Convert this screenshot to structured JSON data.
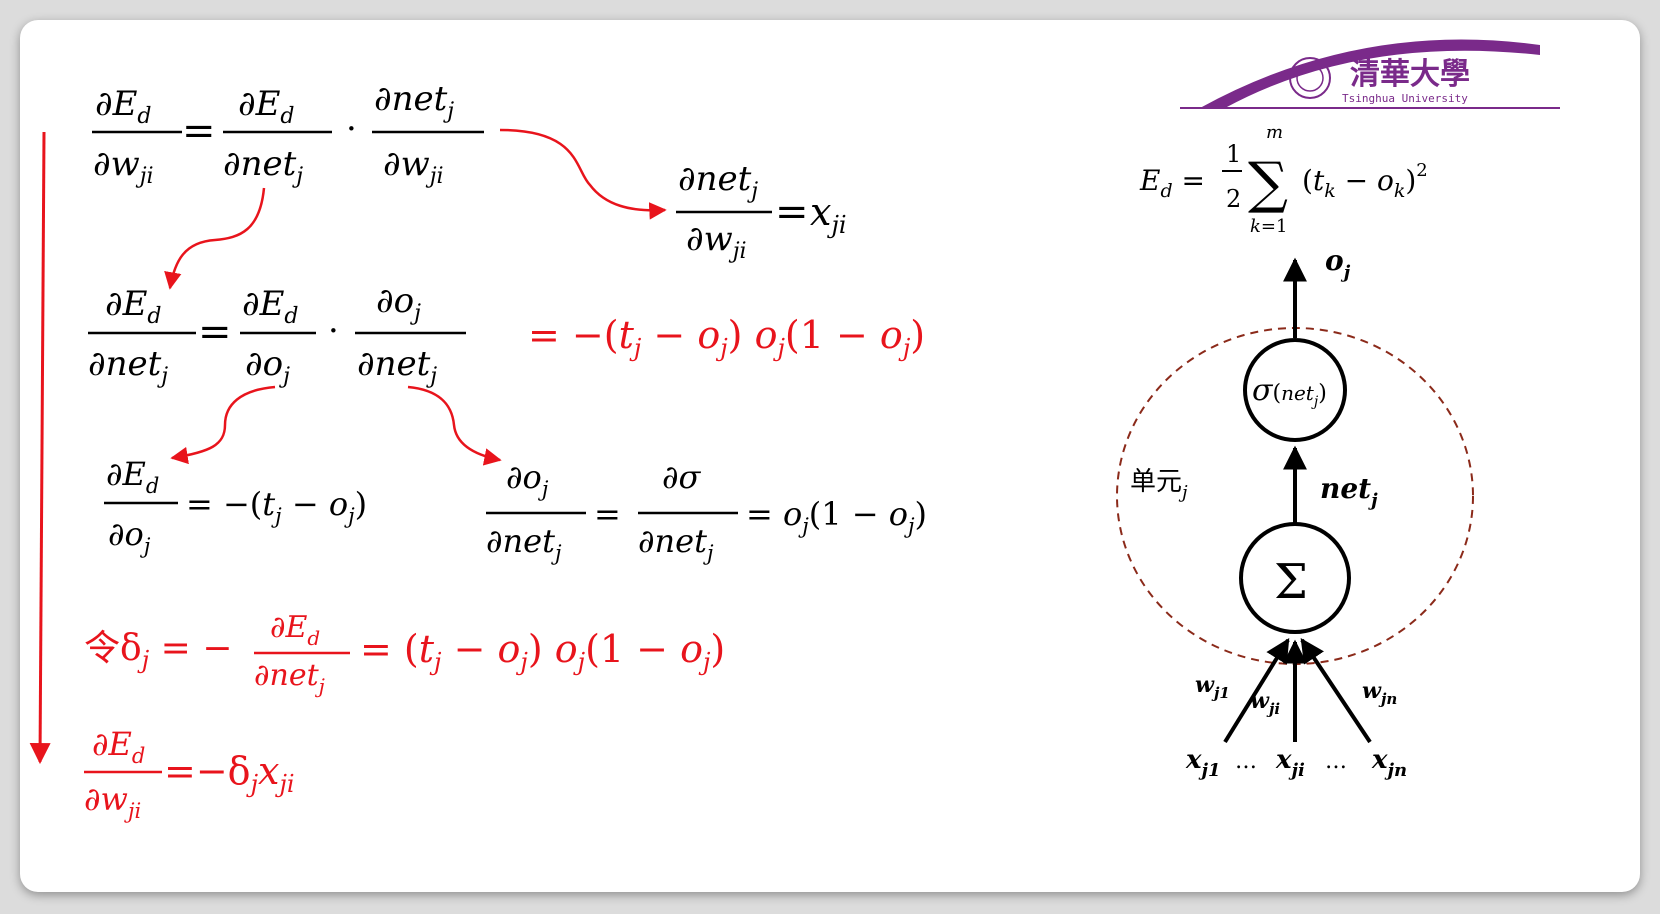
{
  "logo": {
    "cn": "清華大學",
    "en": "Tsinghua University",
    "color": "#7a2a8a"
  },
  "colors": {
    "accent": "#e8141c",
    "text": "#000000",
    "circle": "#8b2a1a"
  },
  "diagram": {
    "unit_label": "单元",
    "sigma": "Σ",
    "dots": "…"
  }
}
